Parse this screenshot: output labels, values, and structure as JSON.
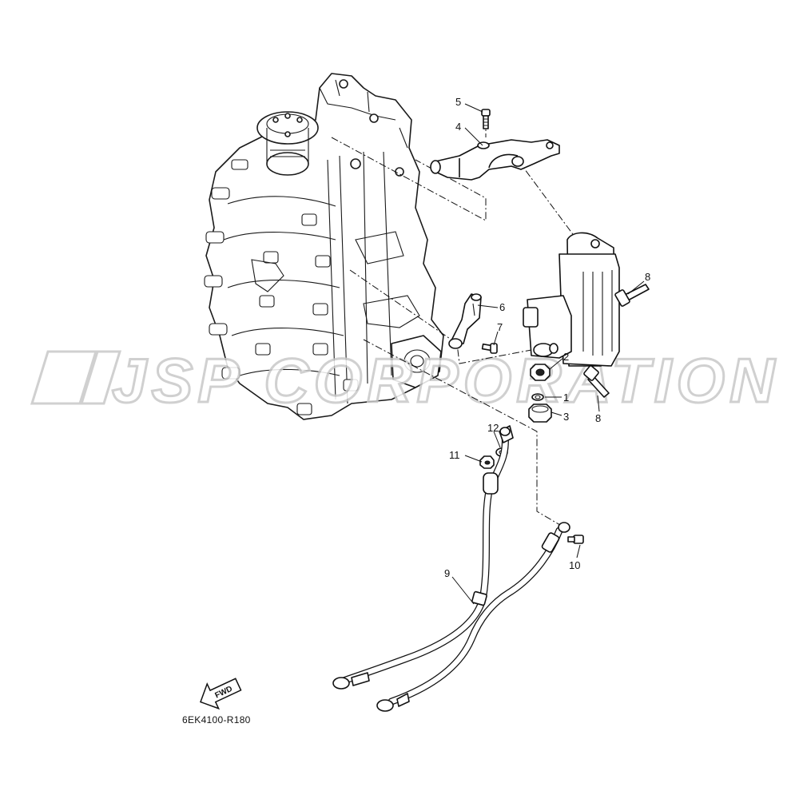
{
  "watermark": {
    "text": "JSP CORPORATION",
    "color": "#c8c8c8"
  },
  "diagram_code": "6EK4100-R180",
  "fwd_label": "FWD",
  "callouts": [
    {
      "id": "c1",
      "label": "1"
    },
    {
      "id": "c2",
      "label": "2"
    },
    {
      "id": "c3",
      "label": "3"
    },
    {
      "id": "c4",
      "label": "4"
    },
    {
      "id": "c5",
      "label": "5"
    },
    {
      "id": "c6",
      "label": "6"
    },
    {
      "id": "c7",
      "label": "7"
    },
    {
      "id": "c8a",
      "label": "8"
    },
    {
      "id": "c8b",
      "label": "8"
    },
    {
      "id": "c9",
      "label": "9"
    },
    {
      "id": "c10",
      "label": "10"
    },
    {
      "id": "c11",
      "label": "11"
    },
    {
      "id": "c12",
      "label": "12"
    }
  ]
}
